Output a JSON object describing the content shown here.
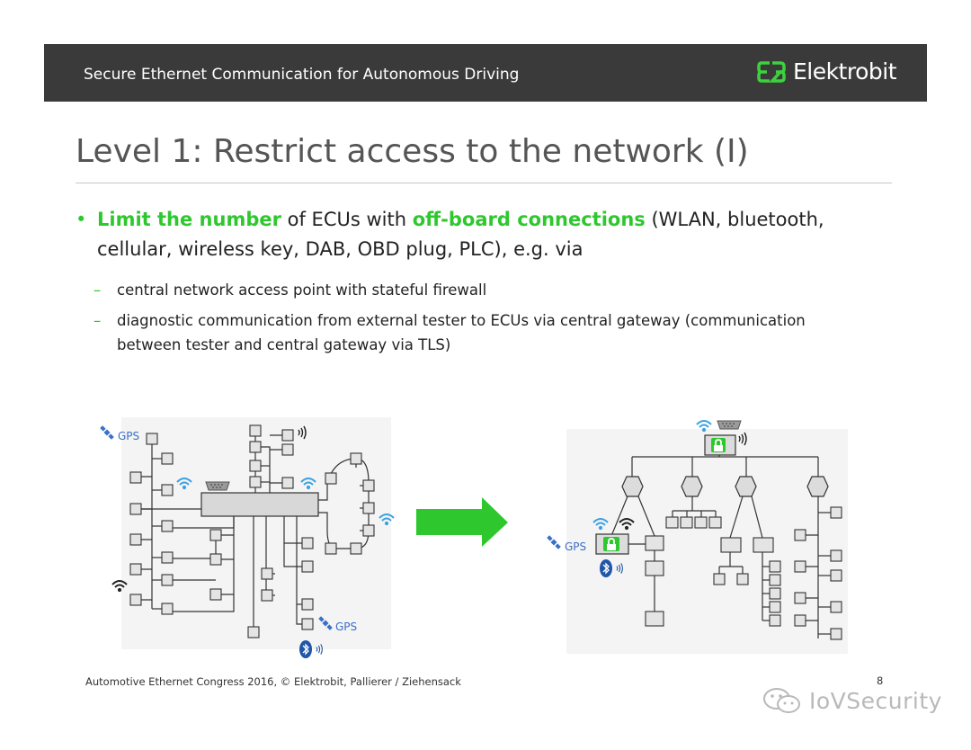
{
  "header": {
    "title": "Secure Ethernet Communication for Autonomous Driving",
    "brand": "Elektrobit",
    "logo_color": "#3cd23c"
  },
  "slide": {
    "title": "Level 1: Restrict access to the network (I)",
    "bullet": {
      "hl1": "Limit the number",
      "t1": " of ECUs with ",
      "hl2": "off-board connections",
      "t2": " (WLAN, bluetooth, cellular, wireless key, DAB, OBD plug, PLC), e.g. via"
    },
    "subs": [
      "central network access point with stateful firewall",
      "diagnostic communication from external tester to ECUs via central gateway (communication between tester and central gateway via TLS)"
    ]
  },
  "diagram": {
    "gps_labels": [
      "GPS",
      "GPS",
      "GPS"
    ],
    "accent": "#2ec82e",
    "bluetooth_color": "#1f56a8",
    "wifi_color": "#3aa0e0",
    "icons": [
      "satellite-icon",
      "wifi-icon",
      "bluetooth-icon",
      "lock-icon",
      "obd-plug-icon",
      "arrow-right-icon"
    ]
  },
  "footer": {
    "text": "Automotive Ethernet Congress 2016, © Elektrobit, Pallierer / Ziehensack",
    "page": "8"
  },
  "watermark": {
    "text": "IoVSecurity"
  }
}
